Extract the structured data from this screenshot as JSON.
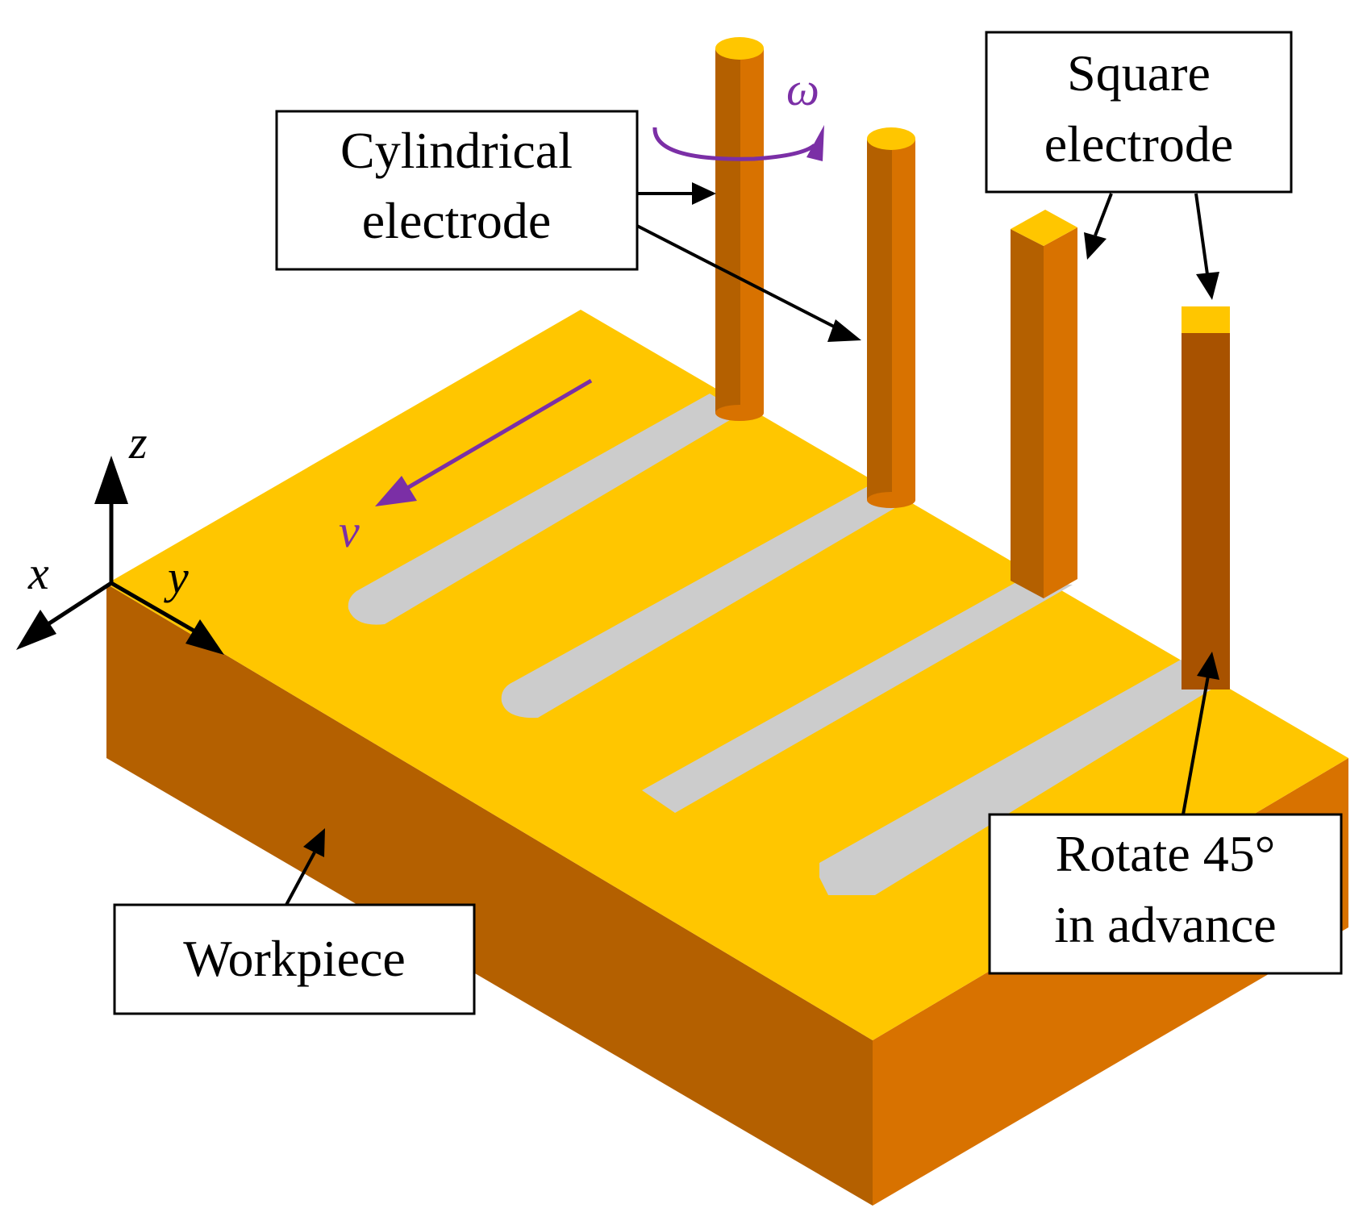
{
  "labels": {
    "cylindrical_line1": "Cylindrical",
    "cylindrical_line2": "electrode",
    "square_line1": "Square",
    "square_line2": "electrode",
    "rotate_line1": "Rotate 45°",
    "rotate_line2": "in advance",
    "workpiece": "Workpiece"
  },
  "symbols": {
    "omega": "ω",
    "v": "v",
    "axis_x": "x",
    "axis_y": "y",
    "axis_z": "z"
  },
  "colors": {
    "workpiece_top": "#FFC600",
    "workpiece_front": "#B46000",
    "workpiece_right": "#D87200",
    "groove": "#CCCCCC",
    "electrode_light": "#B46000",
    "electrode_dark": "#D87200",
    "electrode_top": "#FFC600",
    "motion_arrow": "#7B2FA6"
  }
}
